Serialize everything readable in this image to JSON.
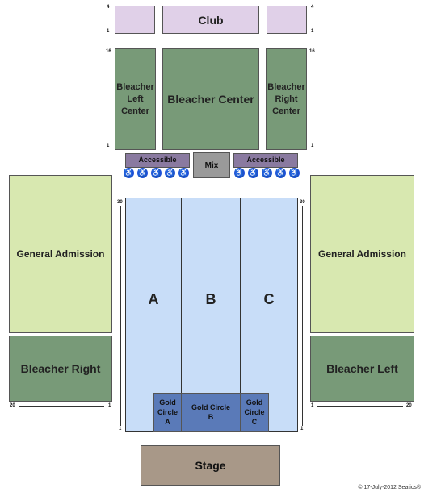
{
  "sections": {
    "club": "Club",
    "bleacher_left_center": "Bleacher\nLeft\nCenter",
    "bleacher_center": "Bleacher Center",
    "bleacher_right_center": "Bleacher\nRight\nCenter",
    "accessible_left": "Accessible",
    "mix": "Mix",
    "accessible_right": "Accessible",
    "ga_left": "General Admission",
    "ga_right": "General Admission",
    "floor_a": "A",
    "floor_b": "B",
    "floor_c": "C",
    "gold_a": "Gold\nCircle\nA",
    "gold_b": "Gold Circle\nB",
    "gold_c": "Gold\nCircle\nC",
    "bleacher_right": "Bleacher Right",
    "bleacher_left": "Bleacher Left",
    "stage": "Stage"
  },
  "row_numbers": {
    "club_top": "4",
    "club_bottom": "1",
    "bleacher_top": "16",
    "bleacher_bottom": "1",
    "floor_top": "30",
    "floor_bottom": "1",
    "side_outer": "20",
    "side_inner": "1"
  },
  "accessibility_icon": "wheelchair-icon",
  "watermark": "© 17-July-2012 Seatics®",
  "colors": {
    "club": "#e0d0e8",
    "bleacher": "#789a78",
    "general_admission": "#d8e8b0",
    "floor": "#c8ddf8",
    "gold_circle": "#5a7ab8",
    "accessible": "#8a7aa0",
    "mix": "#9a9a9a",
    "stage": "#a89888",
    "wheelchair": "#1d4fd8"
  }
}
